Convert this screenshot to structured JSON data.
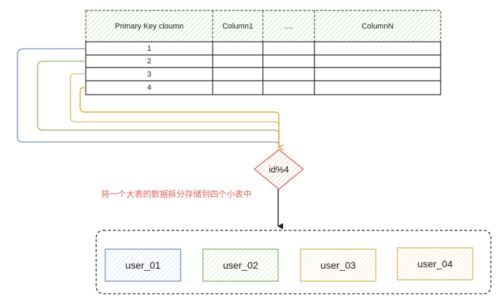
{
  "table": {
    "headers": [
      "Primary Key cloumn",
      "Column1",
      "....",
      "ColumnN"
    ],
    "rows": [
      "1",
      "2",
      "3",
      "4"
    ]
  },
  "decision": {
    "label": "id%4"
  },
  "note": "将一个大表的数据拆分存储到四个小表中",
  "subtables": [
    "user_01",
    "user_02",
    "user_03",
    "user_04"
  ],
  "colors": {
    "blue": "#6c8ebf",
    "green": "#82b366",
    "yellow": "#d6b656",
    "orange": "#e8a838",
    "red": "#d9534f",
    "header_fill": "#eaf5e6",
    "blue_fill": "#dae8fc",
    "green_fill": "#d5e8d4",
    "yellow_fill": "#fff2cc",
    "diamond_fill": "#f8cecc"
  }
}
